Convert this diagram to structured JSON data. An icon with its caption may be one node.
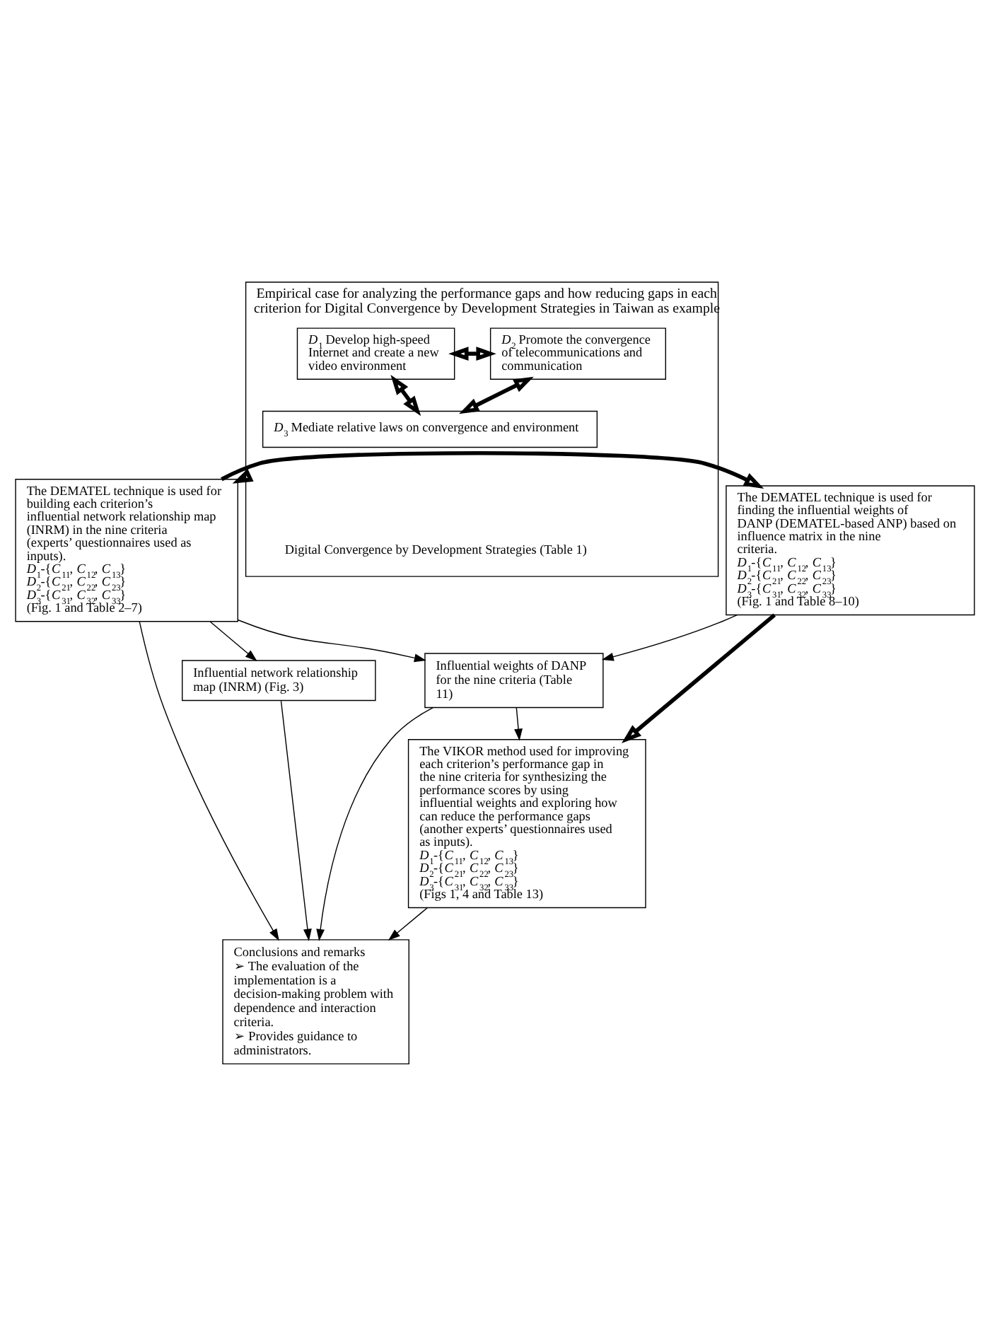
{
  "diagram": {
    "nodes": [
      {
        "text": [
          "Empirical case for analyzing the performance gaps and how reducing gaps in each criterion for Digital Convergence by Development Strategies in Taiwan as example",
          "Digital Convergence by Development Strategies (Table 1)"
        ]
      },
      {
        "text": [
          "*D*$_{1}$ Develop high-speed Internet and create a new video environment"
        ],
        "in": 0
      },
      {
        "text": [
          "*D*$_{2}$ Promote the convergence of telecommunications and communication"
        ],
        "in": 0
      },
      {
        "text": [
          "*D*$_{3}$ Mediate relative laws on convergence and environment"
        ],
        "in": 0
      },
      {
        "text": [
          "The DEMATEL technique is used for building each criterion’s influential network relationship map (INRM) in the nine criteria (experts’ questionnaires used as inputs).",
          "*D*$_{1}$-{*C*$_{11}$, *C*$_{12}$, *C*$_{13}$}",
          "*D*$_{2}$-{*C*$_{21}$, *C*$_{22}$, *C*$_{23}$}",
          "*D*$_{3}$-{*C*$_{31}$, *C*$_{32}$, *C*$_{33}$}",
          "(Fig. 1 and Table 2–7)"
        ]
      },
      {
        "text": [
          "The DEMATEL technique is used for finding the influential weights of DANP (DEMATEL-based ANP) based on influence matrix in the nine criteria.",
          "*D*$_{1}$-{*C*$_{11}$, *C*$_{12}$, *C*$_{13}$}",
          "*D*$_{2}$-{*C*$_{21}$, *C*$_{22}$, *C*$_{23}$}",
          "*D*$_{3}$-{*C*$_{31}$, *C*$_{32}$, *C*$_{33}$}",
          "(Fig. 1 and Table 8–10)"
        ]
      },
      {
        "text": [
          "Influential weights of DANP for the nine criteria (Table 11)"
        ]
      },
      {
        "text": [
          "Influential network relationship map (INRM) (Fig. 3)"
        ]
      },
      {
        "text": [
          "The VIKOR method used for improving each criterion’s performance gap in the nine criteria for synthesizing the performance scores by using influential weights and exploring how can reduce the performance gaps (another experts’ questionnaires used as inputs).",
          "*D*$_{1}$-{*C*$_{11}$, *C*$_{12}$, *C*$_{13}$}",
          "*D*$_{2}$-{*C*$_{21}$, *C*$_{22}$, *C*$_{23}$}",
          "*D*$_{3}$-{*C*$_{31}$, *C*$_{32}$, *C*$_{33}$}",
          "(Figs 1, 4 and Table 13)"
        ]
      },
      {
        "text": [
          "Conclusions and remarks",
          "➢ The evaluation of the implementation is a decision-making problem with dependence and interaction criteria.",
          "➢ Provides guidance to administrators."
        ]
      }
    ],
    "edges": [
      {
        "from": 1,
        "to": 2,
        "arrow": "both",
        "style": "thick"
      },
      {
        "from": 1,
        "to": 3,
        "arrow": "both",
        "style": "thick"
      },
      {
        "from": 2,
        "to": 3,
        "arrow": "both",
        "style": "thick"
      },
      {
        "from": 0,
        "to": 4,
        "arrow": "to",
        "style": "thick"
      },
      {
        "from": 4,
        "to": 5,
        "arrow": "to",
        "style": "thick"
      },
      {
        "from": 5,
        "to": 6,
        "arrow": "to"
      },
      {
        "from": 5,
        "to": 8,
        "arrow": "to",
        "style": "thick"
      },
      {
        "from": 4,
        "to": 6,
        "arrow": "to"
      },
      {
        "from": 4,
        "to": 7,
        "arrow": "to"
      },
      {
        "from": 4,
        "to": 9,
        "arrow": "to"
      },
      {
        "from": 7,
        "to": 9,
        "arrow": "to"
      },
      {
        "from": 6,
        "to": 8,
        "arrow": "to"
      },
      {
        "from": 6,
        "to": 9,
        "arrow": "to"
      },
      {
        "from": 8,
        "to": 9,
        "arrow": "to"
      }
    ]
  }
}
